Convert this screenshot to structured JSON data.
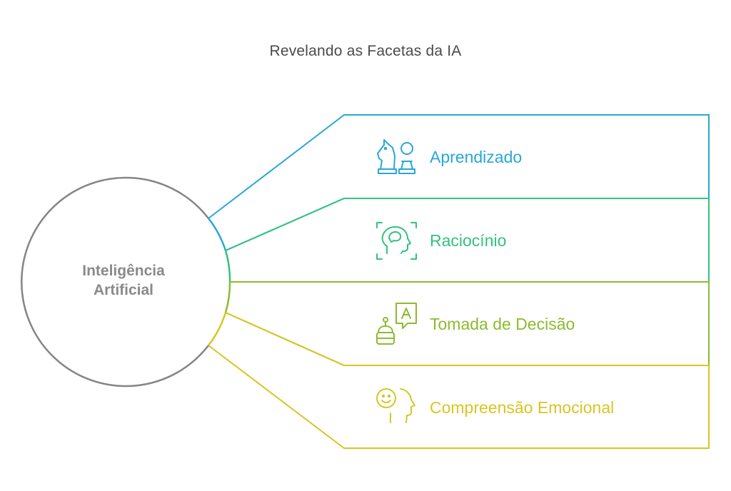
{
  "title": "Revelando as Facetas da IA",
  "center": {
    "line1": "Inteligência",
    "line2": "Artificial",
    "color": "#858585"
  },
  "facets": [
    {
      "label": "Aprendizado",
      "icon": "chess-pieces-icon",
      "color": "#2aa7d4"
    },
    {
      "label": "Raciocínio",
      "icon": "brain-head-scan-icon",
      "color": "#33c27e"
    },
    {
      "label": "Tomada de Decisão",
      "icon": "robot-speech-icon",
      "color": "#8dbb2e"
    },
    {
      "label": "Compreensão Emocional",
      "icon": "smiley-head-icon",
      "color": "#d9c523"
    }
  ]
}
